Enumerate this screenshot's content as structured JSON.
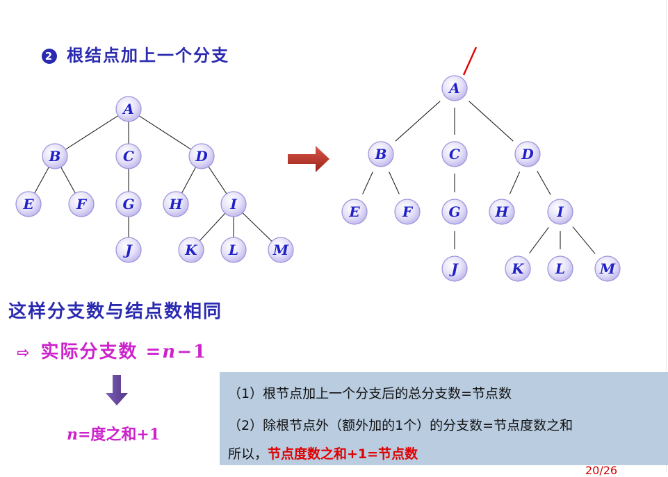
{
  "header": {
    "num": "2",
    "title": "根结点加上一个分支"
  },
  "left_tree": {
    "nodes": [
      {
        "id": "A",
        "label": "A"
      },
      {
        "id": "B",
        "label": "B"
      },
      {
        "id": "C",
        "label": "C"
      },
      {
        "id": "D",
        "label": "D"
      },
      {
        "id": "E",
        "label": "E"
      },
      {
        "id": "F",
        "label": "F"
      },
      {
        "id": "G",
        "label": "G"
      },
      {
        "id": "H",
        "label": "H"
      },
      {
        "id": "I",
        "label": "I"
      },
      {
        "id": "J",
        "label": "J"
      },
      {
        "id": "K",
        "label": "K"
      },
      {
        "id": "L",
        "label": "L"
      },
      {
        "id": "M",
        "label": "M"
      }
    ],
    "edges": [
      [
        "A",
        "B"
      ],
      [
        "A",
        "C"
      ],
      [
        "A",
        "D"
      ],
      [
        "B",
        "E"
      ],
      [
        "B",
        "F"
      ],
      [
        "C",
        "G"
      ],
      [
        "D",
        "H"
      ],
      [
        "D",
        "I"
      ],
      [
        "G",
        "J"
      ],
      [
        "I",
        "K"
      ],
      [
        "I",
        "L"
      ],
      [
        "I",
        "M"
      ]
    ]
  },
  "right_tree": {
    "nodes": [
      {
        "id": "A",
        "label": "A"
      },
      {
        "id": "B",
        "label": "B"
      },
      {
        "id": "C",
        "label": "C"
      },
      {
        "id": "D",
        "label": "D"
      },
      {
        "id": "E",
        "label": "E"
      },
      {
        "id": "F",
        "label": "F"
      },
      {
        "id": "G",
        "label": "G"
      },
      {
        "id": "H",
        "label": "H"
      },
      {
        "id": "I",
        "label": "I"
      },
      {
        "id": "J",
        "label": "J"
      },
      {
        "id": "K",
        "label": "K"
      },
      {
        "id": "L",
        "label": "L"
      },
      {
        "id": "M",
        "label": "M"
      }
    ],
    "edges": [
      [
        "A",
        "B"
      ],
      [
        "A",
        "C"
      ],
      [
        "A",
        "D"
      ],
      [
        "B",
        "E"
      ],
      [
        "B",
        "F"
      ],
      [
        "C",
        "G"
      ],
      [
        "D",
        "H"
      ],
      [
        "D",
        "I"
      ],
      [
        "G",
        "J"
      ],
      [
        "I",
        "K"
      ],
      [
        "I",
        "L"
      ],
      [
        "I",
        "M"
      ]
    ],
    "extra_branch_color": "#e00000"
  },
  "arrow_color": "#c0392b",
  "line1": "这样分支数与结点数相同",
  "line2": {
    "arrow": "⇨",
    "text_prefix": "实际分支数 =",
    "n": "n",
    "text_suffix": "−1"
  },
  "down_arrow_color": "#6a4aa0",
  "n_formula": {
    "n": "n",
    "rest": "=度之和+1"
  },
  "info_box": {
    "line1": "（1）根节点加上一个分支后的总分支数=节点数",
    "line2": "（2）除根节点外（额外加的1个）的分支数=节点度数之和",
    "line3_prefix": "所以，",
    "line3_highlight": "节点度数之和+1=节点数"
  },
  "page_number": "20/26"
}
